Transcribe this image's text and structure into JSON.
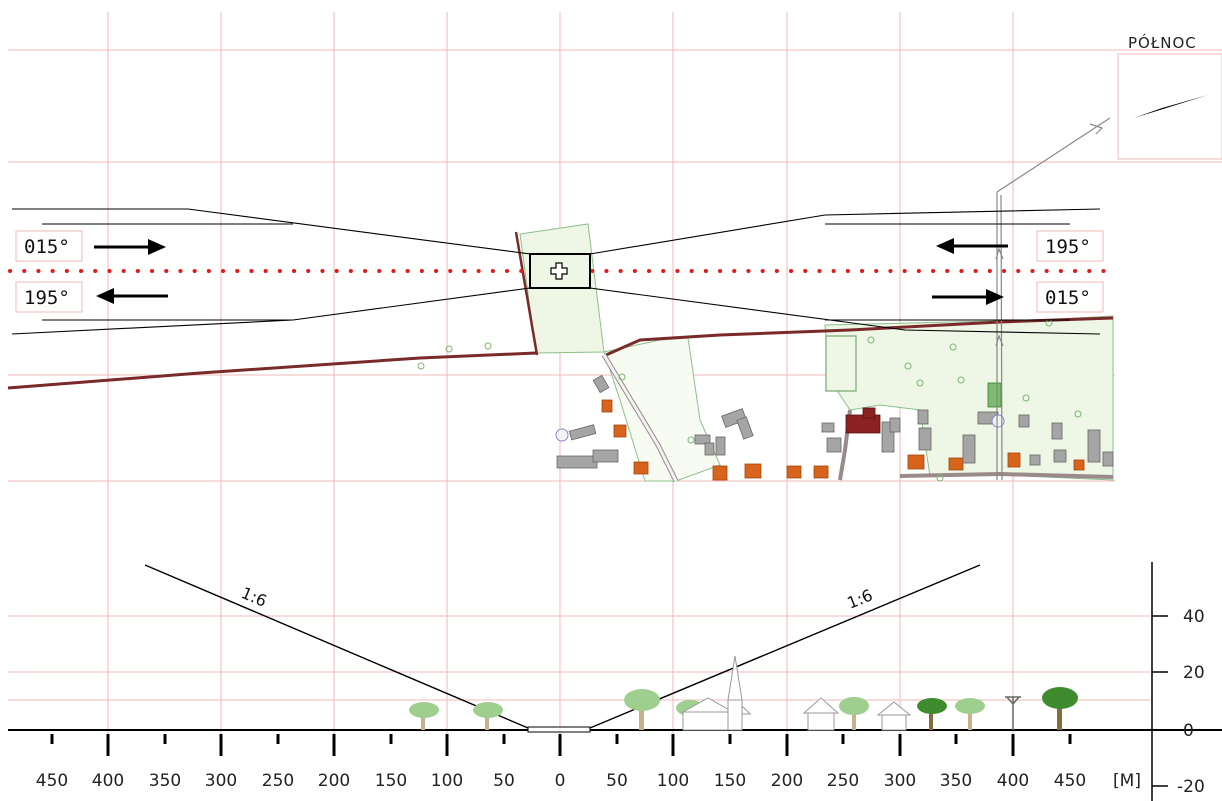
{
  "north": {
    "label": "PÓŁNOC"
  },
  "headings": {
    "left_top": "015°",
    "left_bottom": "195°",
    "right_top": "195°",
    "right_bottom": "015°"
  },
  "profile": {
    "slope_left": "1:6",
    "slope_right": "1:6",
    "x_labels": [
      "450",
      "400",
      "350",
      "300",
      "250",
      "200",
      "150",
      "100",
      "50",
      "0",
      "50",
      "100",
      "150",
      "200",
      "250",
      "300",
      "350",
      "400",
      "450"
    ],
    "x_unit": "[M]",
    "y_labels": [
      "40",
      "20",
      "0",
      "-20"
    ]
  },
  "colors": {
    "grid": "#f2b8b8",
    "centerline": "#e31b1b",
    "road": "#7a2a2a",
    "green_area": "#eef6e6",
    "green_edge": "#8cc08a",
    "building_gray": "#a5a5a5",
    "building_orange": "#d8641c",
    "building_dark": "#8b2222"
  }
}
